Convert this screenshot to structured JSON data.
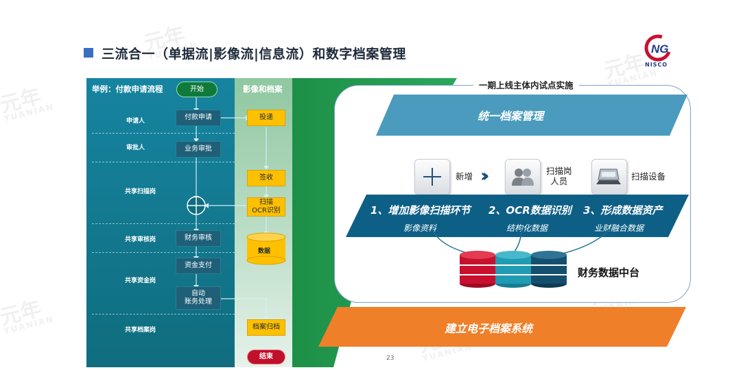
{
  "title": "三流合一（单据流|影像流|信息流）和数字档案管理",
  "logo": {
    "text": "NISCO"
  },
  "flow": {
    "header_left": "举例：付款申请流程",
    "header_right": "影像和档案",
    "lanes": [
      "申请人",
      "审批人",
      "共享扫描岗",
      "共享审核岗",
      "共享资金岗",
      "共享档案岗"
    ],
    "nodes": {
      "start": "开始",
      "apply": "付款申请",
      "approve": "业务审批",
      "review": "财务审核",
      "pay": "资金支付",
      "auto_line1": "自动",
      "auto_line2": "账务处理",
      "submit": "投递",
      "receive": "签收",
      "scan_line1": "扫描",
      "scan_line2": "OCR识别",
      "data": "数据",
      "archive": "档案归档",
      "end": "结束"
    }
  },
  "right": {
    "frame_title": "一期上线主体内试点实施",
    "band_top": "统一档案管理",
    "icons": [
      {
        "name": "plus",
        "label": "新增"
      },
      {
        "name": "users",
        "label_line1": "扫描岗",
        "label_line2": "人员"
      },
      {
        "name": "scanner",
        "label": "扫描设备"
      }
    ],
    "steps": [
      "1、增加影像扫描环节",
      "2、OCR数据识别",
      "3、形成数据资产"
    ],
    "step_subs": [
      "影像资料",
      "结构化数据",
      "业财融合数据"
    ],
    "db_label": "财务数据中台",
    "band_bottom": "建立电子档案系统"
  },
  "page_number": "23",
  "colors": {
    "title_square": "#3a6fc4",
    "flow_teal": "#137d92",
    "flow_green": "#1f9a4a",
    "node_dark": "#1f5f78",
    "node_yellow": "#ffc000",
    "band_blue": "#4a9bbd",
    "step_band": "#0e5f86",
    "band_orange": "#f07f2a",
    "db_red": "#c8102e",
    "db_teal": "#1f9bb3",
    "db_navy": "#14506e"
  }
}
